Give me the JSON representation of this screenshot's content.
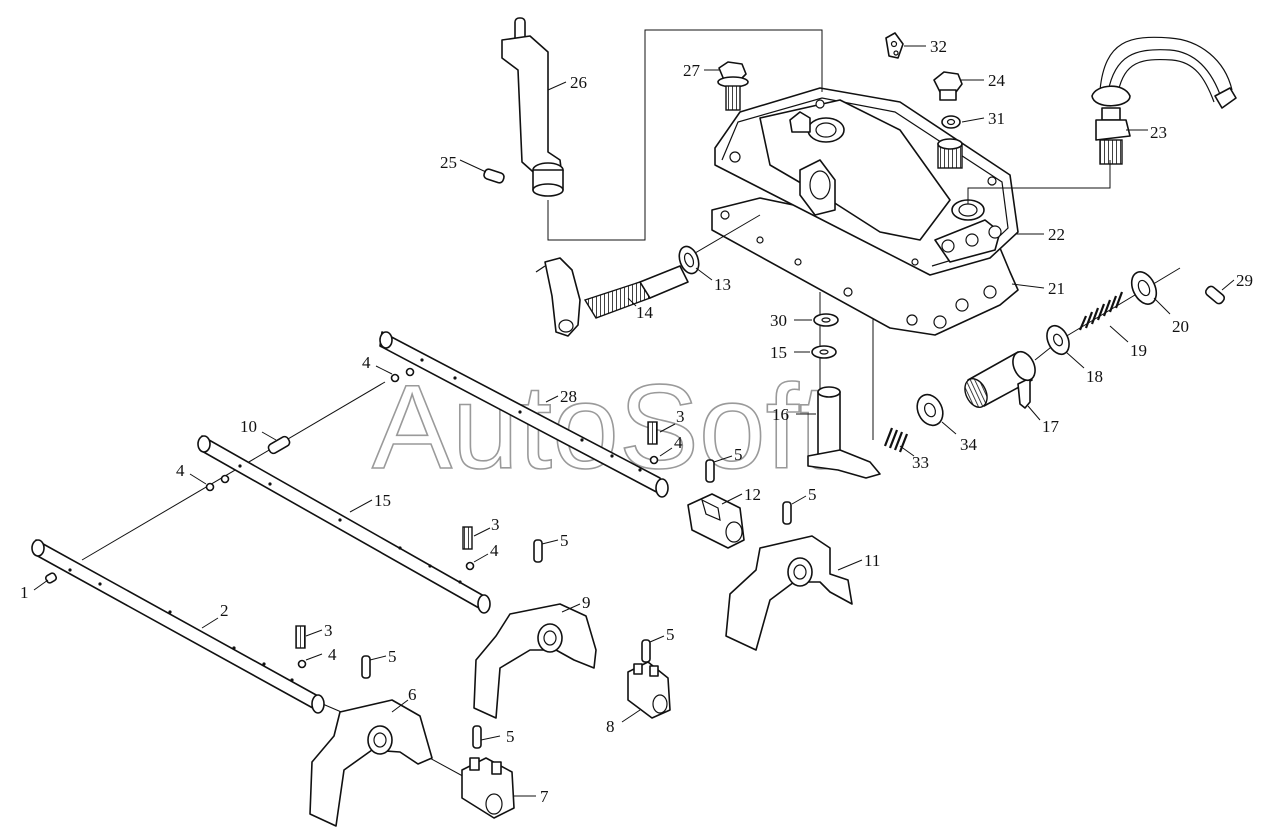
{
  "watermark": "AutoSoft",
  "callouts": {
    "p1": "1",
    "p2": "2",
    "p3a": "3",
    "p3b": "3",
    "p3c": "3",
    "p4a": "4",
    "p4b": "4",
    "p4c": "4",
    "p4d": "4",
    "p4e": "4",
    "p5a": "5",
    "p5b": "5",
    "p5c": "5",
    "p5d": "5",
    "p5e": "5",
    "p5f": "5",
    "p6": "6",
    "p7": "7",
    "p8": "8",
    "p9": "9",
    "p10": "10",
    "p11": "11",
    "p12": "12",
    "p13": "13",
    "p14": "14",
    "p15a": "15",
    "p15b": "15",
    "p16": "16",
    "p17": "17",
    "p18": "18",
    "p19": "19",
    "p20": "20",
    "p21": "21",
    "p22": "22",
    "p23": "23",
    "p24": "24",
    "p25": "25",
    "p26": "26",
    "p27": "27",
    "p28": "28",
    "p29": "29",
    "p30": "30",
    "p31": "31",
    "p32": "32",
    "p33": "33",
    "p34": "34"
  }
}
